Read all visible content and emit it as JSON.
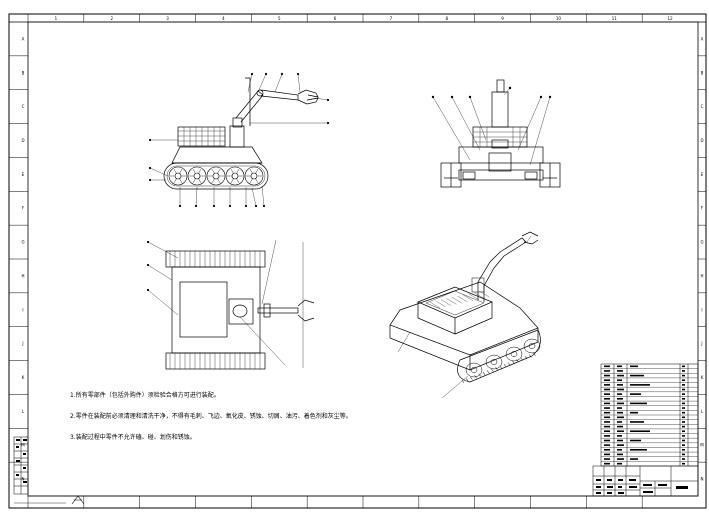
{
  "sheet": {
    "row_labels": [
      "A",
      "B",
      "C",
      "D",
      "E",
      "F",
      "G",
      "H",
      "I",
      "J",
      "K",
      "L",
      "M",
      "N"
    ],
    "col_labels": [
      "1",
      "2",
      "3",
      "4",
      "5",
      "6",
      "7",
      "8",
      "9",
      "10",
      "11",
      "12"
    ]
  },
  "notes": [
    "1.所有零部件（包括外购件）须检验合格方可进行装配。",
    "2.零件在装配前必须清理和清洗干净，不得有毛刺、飞边、氧化皮、锈蚀、切屑、油污、着色剂和灰尘等。",
    "3.装配过程中零件不允许磕、碰、划伤和锈蚀。"
  ],
  "bom": {
    "row_count": 22
  },
  "title_block": {
    "label": ""
  }
}
